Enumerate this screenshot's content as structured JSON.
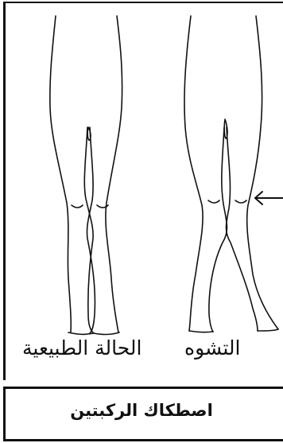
{
  "captions": {
    "normal": "الحالة الطبيعية",
    "deformity": "التشوه"
  },
  "title": "اصطكاك الركبتين",
  "colors": {
    "ink": "#111111",
    "background": "#ffffff"
  },
  "icons": {
    "pointer": "left-arrow-icon"
  }
}
